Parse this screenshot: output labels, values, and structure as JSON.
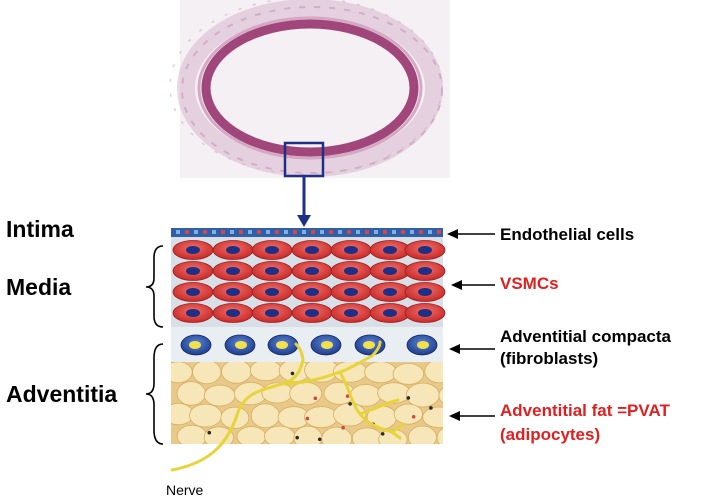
{
  "layers": {
    "intima": "Intima",
    "media": "Media",
    "adventitia": "Adventitia"
  },
  "annotations": {
    "endothelial": "Endothelial cells",
    "vsmc": "VSMCs",
    "compacta_line1": "Adventitial compacta",
    "compacta_line2": "(fibroblasts)",
    "fat_line1": "Adventitial fat =PVAT",
    "fat_line2": "(adipocytes)",
    "nerve": "Nerve"
  },
  "colors": {
    "highlight_text": "#e02020",
    "vessel_wall": "#a0467a",
    "zoom_box": "#1f2f86",
    "vsmc": "#e0403a",
    "nucleus": "#1f2f86",
    "fibroblast_nucleus": "#f2e14a",
    "fat": "#f6e3b0",
    "nerve": "#e6d43a"
  }
}
